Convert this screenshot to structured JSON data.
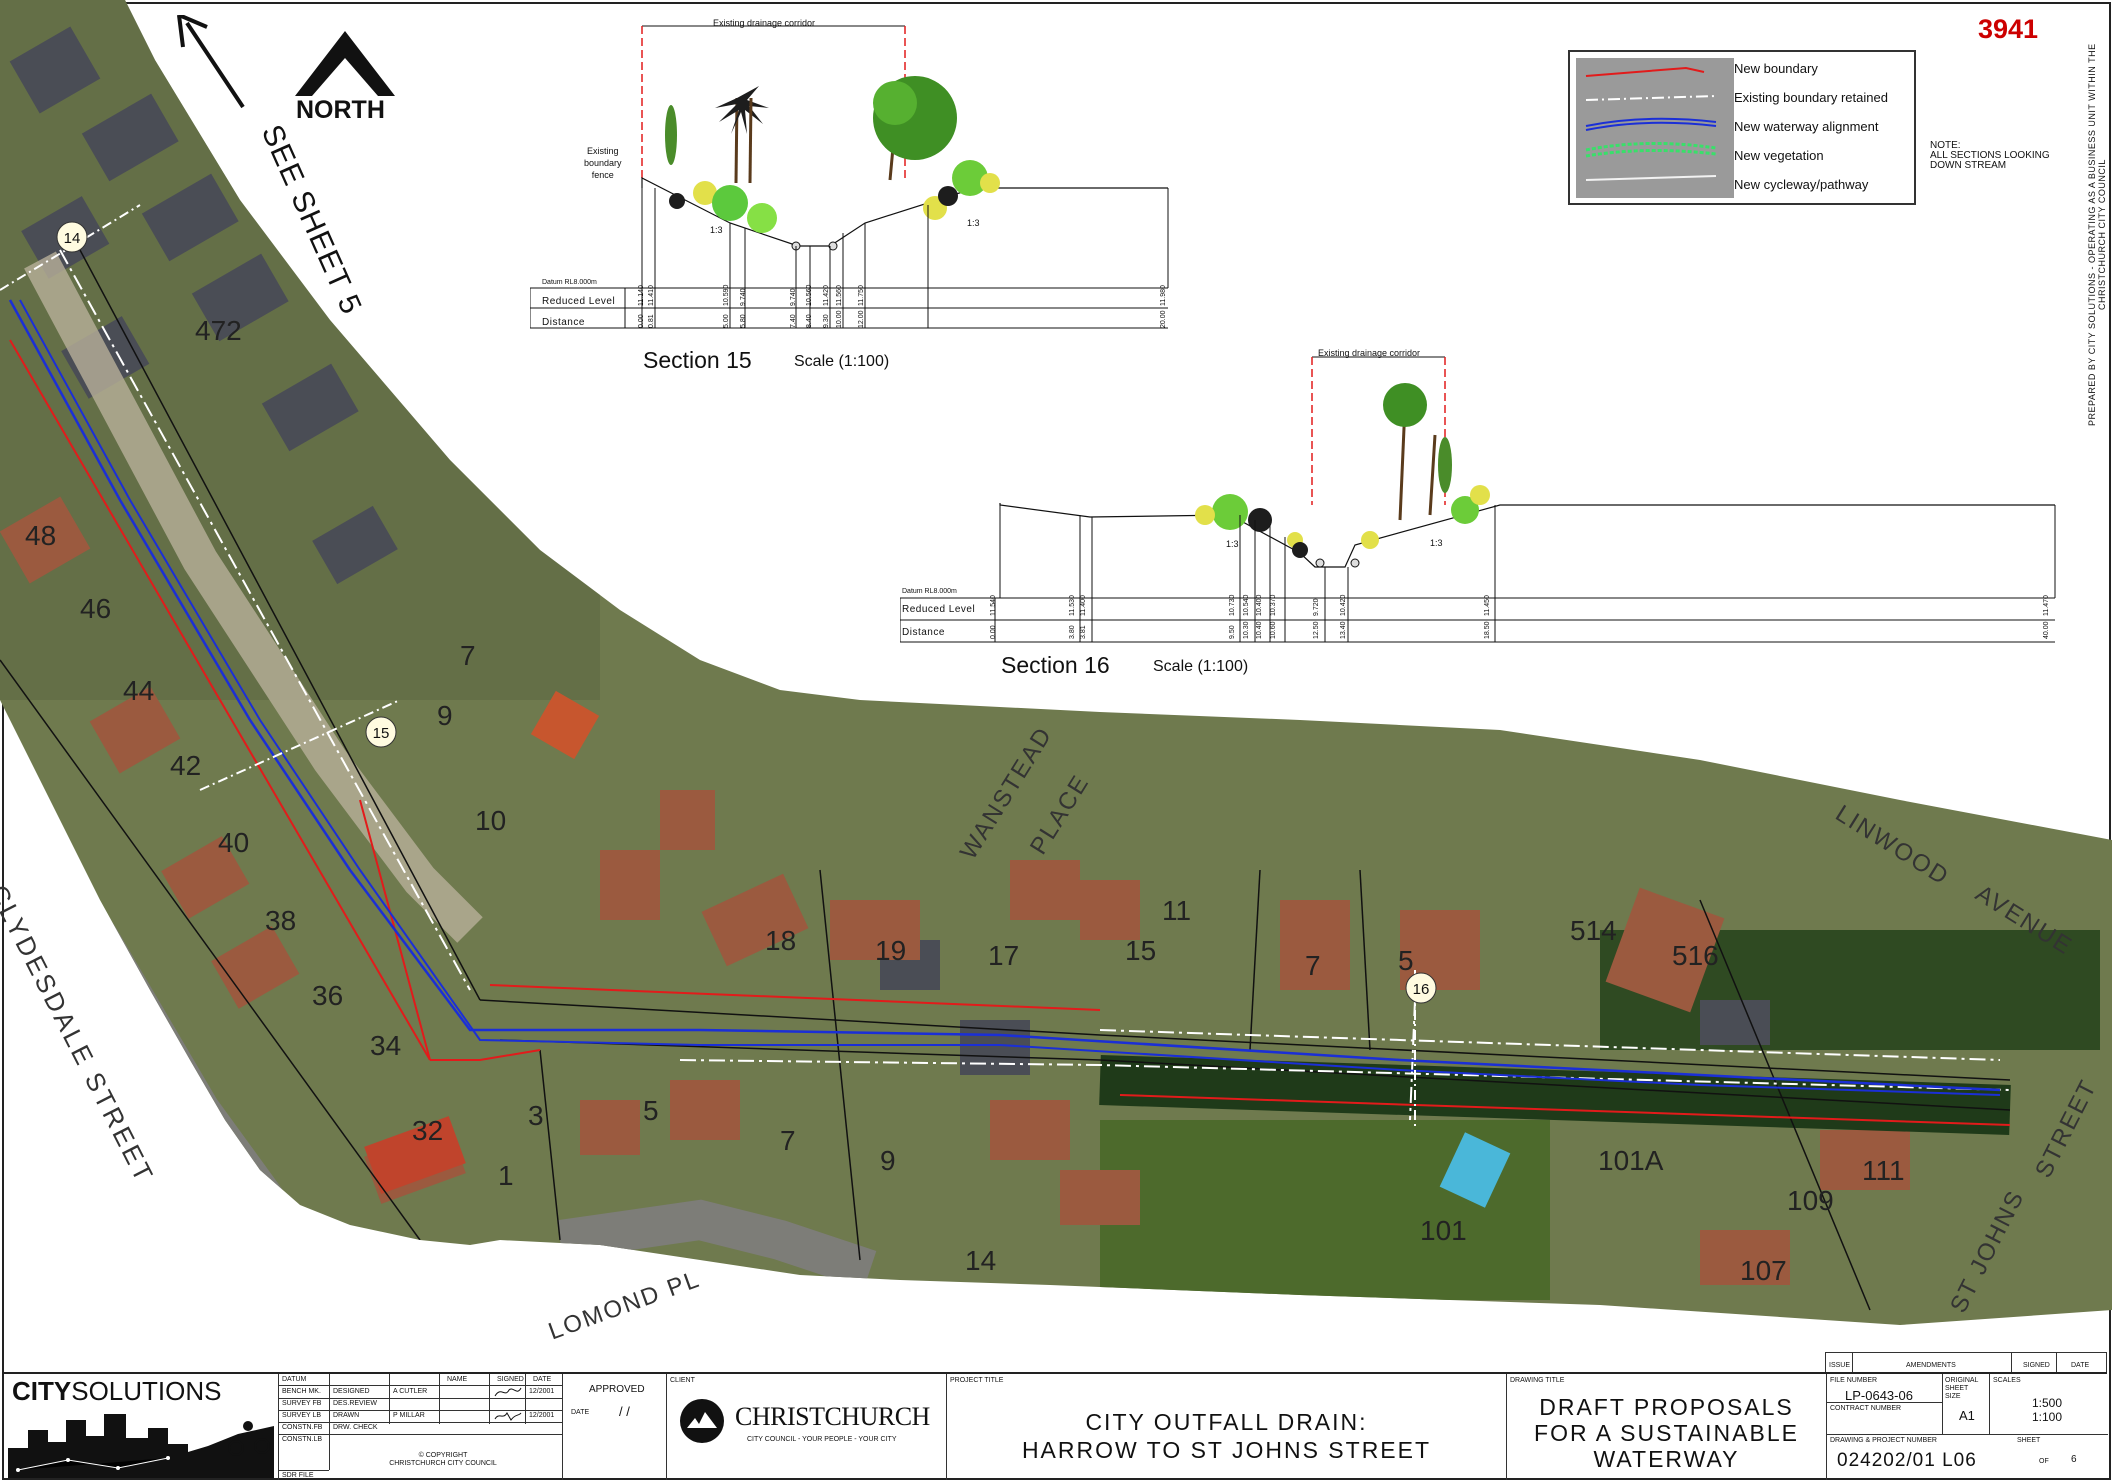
{
  "sheet_code": "3941",
  "north_label": "NORTH",
  "see_sheet": "SEE SHEET 5",
  "side_credit": "PREPARED BY CITY SOLUTIONS - OPERATING AS A BUSINESS UNIT WITHIN THE CHRISTCHURCH CITY COUNCIL",
  "legend": {
    "items": [
      {
        "label": "New boundary",
        "color": "#e21b1b"
      },
      {
        "label": "Existing boundary retained",
        "color": "#ffffff"
      },
      {
        "label": "New waterway alignment",
        "color": "#1b2fd6"
      },
      {
        "label": "New vegetation",
        "color": "#39e06a"
      },
      {
        "label": "New cycleway/pathway",
        "color": "#f2f2f2"
      }
    ]
  },
  "note": {
    "title": "NOTE:",
    "line1": "ALL SECTIONS LOOKING",
    "line2": "DOWN STREAM"
  },
  "section15": {
    "title": "Section 15",
    "scale": "Scale (1:100)",
    "corridor": "Existing drainage corridor",
    "fence1": "Existing",
    "fence2": "boundary",
    "fence3": "fence",
    "datum": "Datum RL8.000m",
    "row_reduced": "Reduced Level",
    "row_distance": "Distance",
    "slope_left": "1:3",
    "slope_right": "1:3",
    "levels": [
      "11.140",
      "11.410",
      "10.590",
      "9.740",
      "9.740",
      "10.560",
      "11.420",
      "11.560",
      "11.750",
      "11.980"
    ],
    "distances": [
      "0.00",
      "0.81",
      "5.00",
      "5.80",
      "7.40",
      "8.40",
      "9.30",
      "10.00",
      "12.00",
      "20.00"
    ]
  },
  "section16": {
    "title": "Section 16",
    "scale": "Scale (1:100)",
    "corridor": "Existing drainage corridor",
    "datum": "Datum RL8.000m",
    "row_reduced": "Reduced Level",
    "row_distance": "Distance",
    "slope_left": "1:3",
    "slope_right": "1:3",
    "levels": [
      "11.540",
      "11.530",
      "11.400",
      "10.730",
      "10.540",
      "10.400",
      "10.370",
      "9.720",
      "10.420",
      "11.450",
      "11.470"
    ],
    "distances": [
      "0.00",
      "3.80",
      "3.81",
      "9.50",
      "10.30",
      "10.40",
      "10.60",
      "12.50",
      "13.40",
      "18.50",
      "40.00"
    ]
  },
  "map": {
    "markers": [
      "14",
      "15",
      "16"
    ],
    "lots": [
      "472",
      "48",
      "46",
      "44",
      "42",
      "40",
      "38",
      "36",
      "34",
      "32",
      "7",
      "9",
      "10",
      "18",
      "19",
      "17",
      "15",
      "11",
      "7",
      "5",
      "514",
      "516",
      "3",
      "5",
      "7",
      "9",
      "1",
      "14",
      "101",
      "101A",
      "109",
      "111",
      "107"
    ],
    "streets": {
      "clydesdale": "CLYDESDALE  STREET",
      "wanstead": "WANSTEAD",
      "place": "PLACE",
      "linwood": "LINWOOD",
      "avenue": "AVENUE",
      "lomond": "LOMOND  PL",
      "stjohns": "ST  JOHNS",
      "street": "STREET"
    }
  },
  "title_block": {
    "company_a": "CITY",
    "company_b": "SOLUTIONS",
    "datum_hdr": "DATUM",
    "name_hdr": "NAME",
    "signed_hdr": "SIGNED",
    "date_hdr": "DATE",
    "rows": [
      {
        "label": "BENCH MK.",
        "role": "DESIGNED",
        "name": "A CUTLER",
        "date": "12/2001"
      },
      {
        "label": "SURVEY FB",
        "role": "DES.REVIEW",
        "name": "",
        "date": ""
      },
      {
        "label": "SURVEY LB",
        "role": "DRAWN",
        "name": "P MILLAR",
        "date": "12/2001"
      },
      {
        "label": "CONSTN.FB",
        "role": "DRW. CHECK",
        "name": "",
        "date": ""
      },
      {
        "label": "CONSTN.LB",
        "role": "",
        "name": "",
        "date": ""
      }
    ],
    "sdr_file": "SDR FILE",
    "copyright1": "© COPYRIGHT",
    "copyright2": "CHRISTCHURCH CITY COUNCIL",
    "approved": "APPROVED",
    "date_label": "DATE",
    "date_value": "/   /",
    "client_hdr": "CLIENT",
    "client_name": "CHRISTCHURCH",
    "client_tag": "CITY COUNCIL  -  YOUR PEOPLE - YOUR CITY",
    "project_hdr": "PROJECT TITLE",
    "project1": "CITY OUTFALL DRAIN:",
    "project2": "HARROW  TO  ST JOHNS  STREET",
    "drawing_hdr": "DRAWING TITLE",
    "drawing1": "DRAFT PROPOSALS",
    "drawing2": "FOR A SUSTAINABLE",
    "drawing3": "WATERWAY",
    "file_hdr": "FILE NUMBER",
    "file_no": "LP-0643-06",
    "contract_hdr": "CONTRACT NUMBER",
    "orig_hdr": "ORIGINAL SHEET SIZE",
    "orig_size": "A1",
    "scales_hdr": "SCALES",
    "scale1": "1:500",
    "scale2": "1:100",
    "dwg_hdr": "DRAWING & PROJECT NUMBER",
    "dwg_no": "024202/01  L06",
    "sheet_hdr": "SHEET",
    "sheet_of": "OF",
    "sheet_total": "6",
    "issue_hdr": "ISSUE",
    "amend_hdr": "AMENDMENTS",
    "signed2_hdr": "SIGNED",
    "date2_hdr": "DATE"
  }
}
